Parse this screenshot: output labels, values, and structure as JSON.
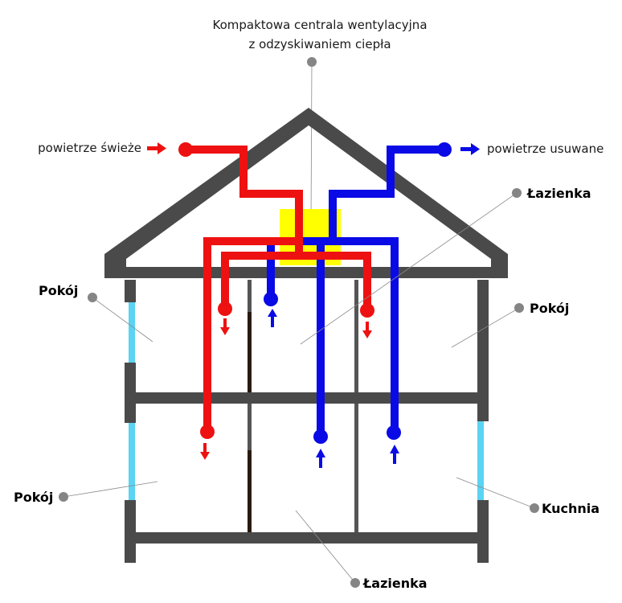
{
  "title": {
    "line1": "Kompaktowa centrala wentylacyjna",
    "line2": "z odzyskiwaniem ciepła"
  },
  "flows": {
    "fresh_air": "powietrze świeże",
    "exhaust_air": "powietrze usuwane"
  },
  "rooms": {
    "bathroom_upper": "Łazienka",
    "room_upper_left": "Pokój",
    "room_upper_right": "Pokój",
    "room_lower_left": "Pokój",
    "kitchen": "Kuchnia",
    "bathroom_lower": "Łazienka"
  },
  "colors": {
    "supply": "#ee1111",
    "extract": "#0a0ae6",
    "unit": "#ffff00",
    "wall": "#4a4a4a",
    "window": "#5bd3f2",
    "marker": "#858585"
  }
}
